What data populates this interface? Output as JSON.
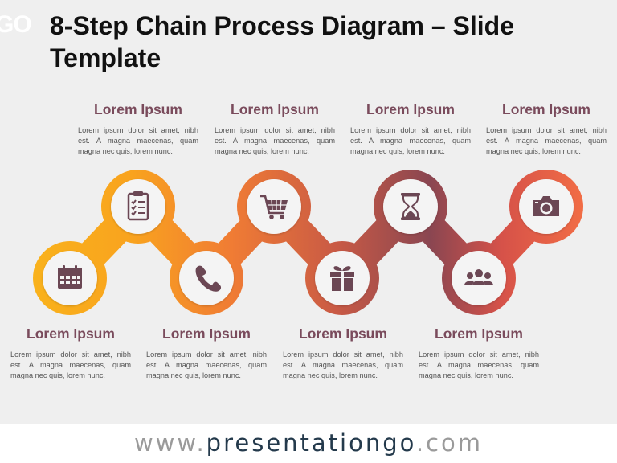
{
  "logo": "GO",
  "title": "8-Step Chain Process Diagram – Slide Template",
  "steps": [
    {
      "heading": "Lorem Ipsum",
      "text": "Lorem ipsum dolor sit amet, nibh est. A magna maecenas, quam magna nec quis, lorem nunc.",
      "icon": "calendar-icon"
    },
    {
      "heading": "Lorem Ipsum",
      "text": "Lorem ipsum dolor sit amet, nibh est. A magna maecenas, quam magna nec quis, lorem nunc.",
      "icon": "clipboard-checklist-icon"
    },
    {
      "heading": "Lorem Ipsum",
      "text": "Lorem ipsum dolor sit amet, nibh est. A magna maecenas, quam magna nec quis, lorem nunc.",
      "icon": "phone-icon"
    },
    {
      "heading": "Lorem Ipsum",
      "text": "Lorem ipsum dolor sit amet, nibh est. A magna maecenas, quam magna nec quis, lorem nunc.",
      "icon": "shopping-cart-icon"
    },
    {
      "heading": "Lorem Ipsum",
      "text": "Lorem ipsum dolor sit amet, nibh est. A magna maecenas, quam magna nec quis, lorem nunc.",
      "icon": "gift-icon"
    },
    {
      "heading": "Lorem Ipsum",
      "text": "Lorem ipsum dolor sit amet, nibh est. A magna maecenas, quam magna nec quis, lorem nunc.",
      "icon": "hourglass-icon"
    },
    {
      "heading": "Lorem Ipsum",
      "text": "Lorem ipsum dolor sit amet, nibh est. A magna maecenas, quam magna nec quis, lorem nunc.",
      "icon": "people-group-icon"
    },
    {
      "heading": "Lorem Ipsum",
      "text": "Lorem ipsum dolor sit amet, nibh est. A magna maecenas, quam magna nec quis, lorem nunc.",
      "icon": "camera-icon"
    }
  ],
  "footer": {
    "prefix": "www.",
    "brand": "presentationgo",
    "suffix": ".com"
  },
  "colors": {
    "heading": "#7a4b5c",
    "icon": "#6b4754",
    "gradient": [
      "#f9b21c",
      "#f79a22",
      "#f07c34",
      "#e3623f",
      "#b24e4b",
      "#6f3f55",
      "#e0584a",
      "#f07545"
    ]
  }
}
